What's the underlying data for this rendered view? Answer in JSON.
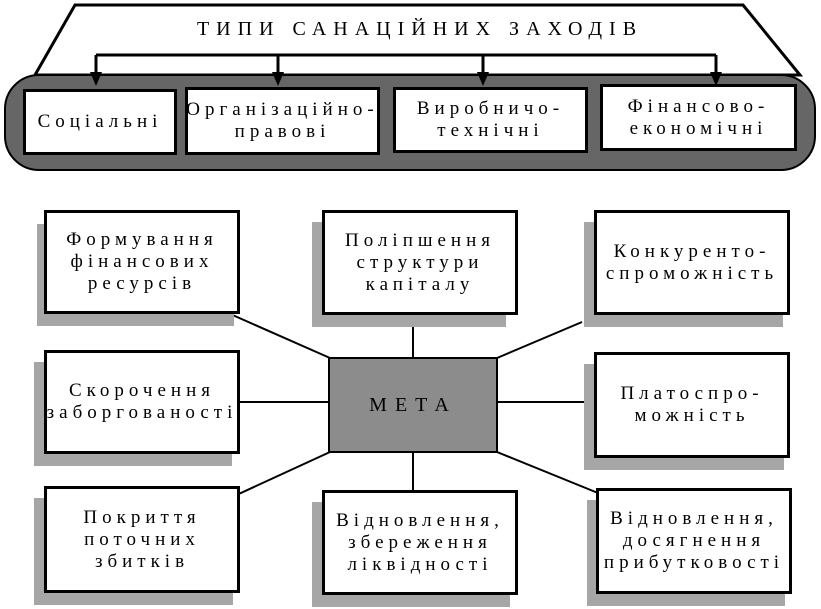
{
  "header": {
    "title": "ТИПИ САНАЦІЙНИХ ЗАХОДІВ"
  },
  "types": [
    {
      "label": "Соціальні"
    },
    {
      "label": "Організаційно-\nправові"
    },
    {
      "label": "Виробничо-\nтехнічні"
    },
    {
      "label": "Фінансово-\nекономічні"
    }
  ],
  "goal": {
    "label": "МЕТА"
  },
  "objectives": [
    {
      "label": "Формування\nфінансових\nресурсів"
    },
    {
      "label": "Поліпшення\nструктури\nкапіталу"
    },
    {
      "label": "Конкуренто-\nспроможність"
    },
    {
      "label": "Скорочення\nзаборгованості"
    },
    {
      "label": "Платоспро-\nможність"
    },
    {
      "label": "Покриття\nпоточних\nзбитків"
    },
    {
      "label": "Відновлення,\nзбереження\nліквідності"
    },
    {
      "label": "Відновлення,\nдосягнення\nприбутковості"
    }
  ],
  "colors": {
    "band": "#666666",
    "goal_fill": "#8c8c8c",
    "shadow": "#a6a6a6"
  }
}
